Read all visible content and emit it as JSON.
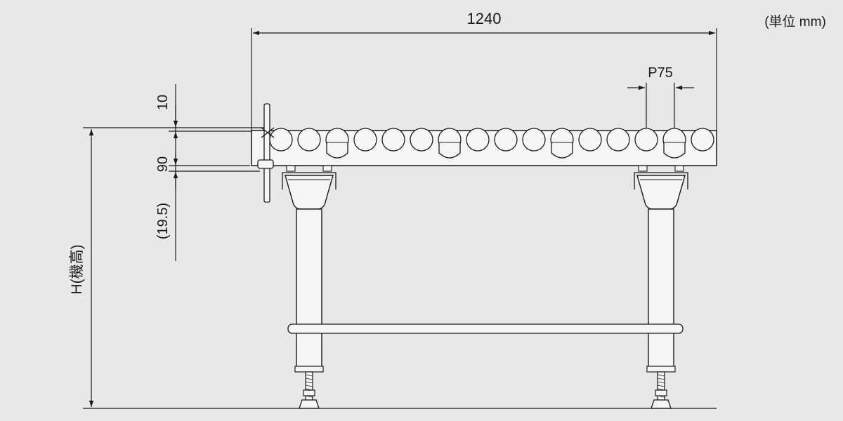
{
  "unit_note": "(単位 mm)",
  "dimensions": {
    "overall_length": "1240",
    "pitch": "P75",
    "top_offset": "10",
    "frame_height": "90",
    "under_gap": "(19.5)",
    "machine_height": "H(機高)"
  },
  "colors": {
    "background": "#e6e8ea",
    "line": "#1a1a1a",
    "part_fill": "#f4f5f6"
  }
}
